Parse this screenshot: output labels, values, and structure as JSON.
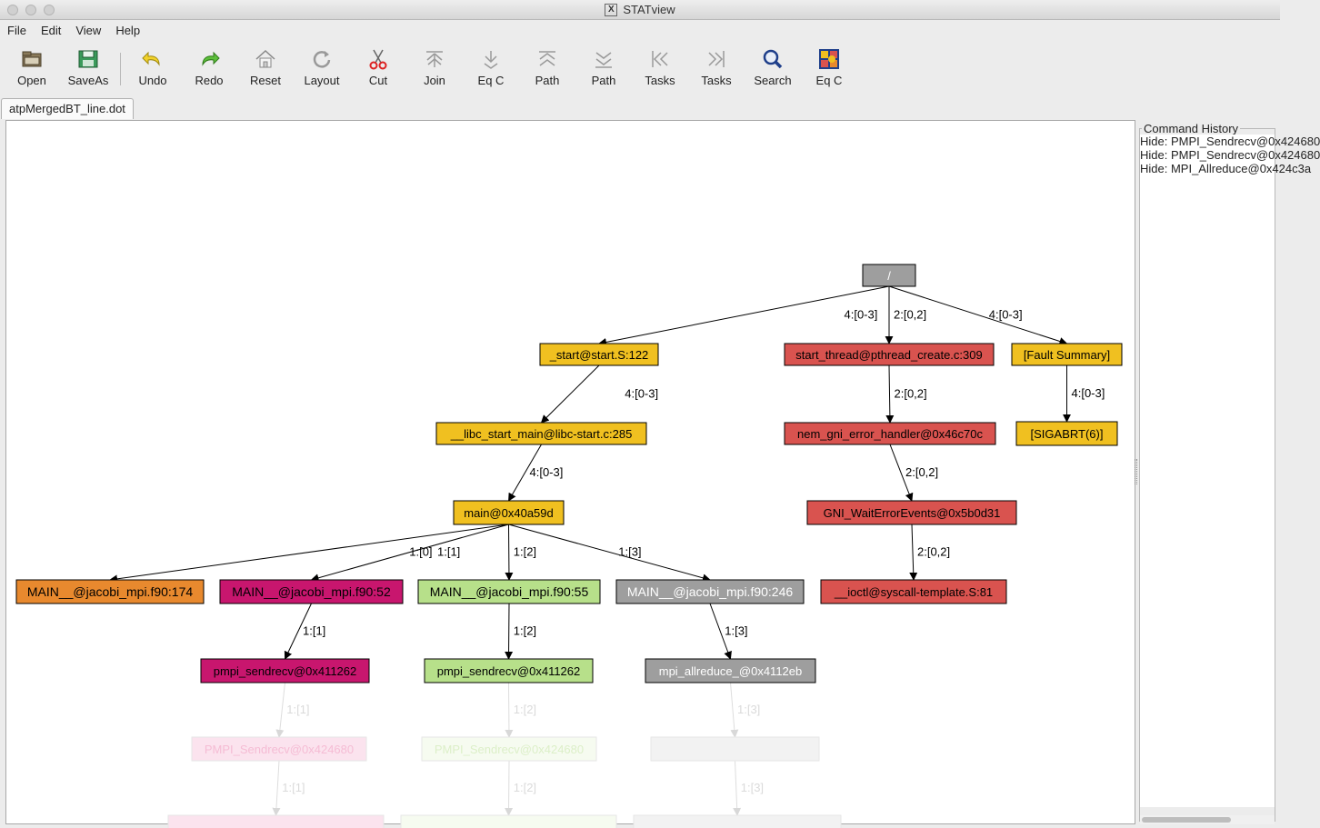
{
  "window": {
    "title": "STATview"
  },
  "menu": [
    "File",
    "Edit",
    "View",
    "Help"
  ],
  "toolbar": [
    {
      "label": "Open",
      "icon": "folder-open-icon"
    },
    {
      "label": "SaveAs",
      "icon": "save-as-icon"
    },
    {
      "label": "Undo",
      "icon": "undo-icon"
    },
    {
      "label": "Redo",
      "icon": "redo-icon"
    },
    {
      "label": "Reset",
      "icon": "home-icon"
    },
    {
      "label": "Layout",
      "icon": "layout-refresh-icon"
    },
    {
      "label": "Cut",
      "icon": "scissors-icon"
    },
    {
      "label": "Join",
      "icon": "join-icon"
    },
    {
      "label": "Eq C",
      "icon": "eq-class-down-icon"
    },
    {
      "label": "Path",
      "icon": "path-up-icon"
    },
    {
      "label": "Path",
      "icon": "path-down-icon"
    },
    {
      "label": "Tasks",
      "icon": "tasks-back-icon"
    },
    {
      "label": "Tasks",
      "icon": "tasks-forward-icon"
    },
    {
      "label": "Search",
      "icon": "search-icon"
    },
    {
      "label": "Eq C",
      "icon": "eq-class-color-icon"
    }
  ],
  "tab": {
    "label": "atpMergedBT_line.dot"
  },
  "graph": {
    "nodes": [
      {
        "id": "root",
        "label": "/",
        "fill": "#9e9e9e",
        "text": "#ffffff"
      },
      {
        "id": "start",
        "label": "_start@start.S:122",
        "fill": "#f0c020",
        "text": "#000000"
      },
      {
        "id": "start_thread",
        "label": "start_thread@pthread_create.c:309",
        "fill": "#d9534f",
        "text": "#000000"
      },
      {
        "id": "fault",
        "label": "[Fault Summary]",
        "fill": "#f0c020",
        "text": "#000000"
      },
      {
        "id": "libc",
        "label": "__libc_start_main@libc-start.c:285",
        "fill": "#f0c020",
        "text": "#000000"
      },
      {
        "id": "nem",
        "label": "nem_gni_error_handler@0x46c70c",
        "fill": "#d9534f",
        "text": "#000000"
      },
      {
        "id": "sigabrt",
        "label": "[SIGABRT(6)]",
        "fill": "#f0c020",
        "text": "#000000"
      },
      {
        "id": "main",
        "label": "main@0x40a59d",
        "fill": "#f0c020",
        "text": "#000000"
      },
      {
        "id": "gni",
        "label": "GNI_WaitErrorEvents@0x5b0d31",
        "fill": "#d9534f",
        "text": "#000000"
      },
      {
        "id": "m174",
        "label": "MAIN__@jacobi_mpi.f90:174",
        "fill": "#e8892e",
        "text": "#000000"
      },
      {
        "id": "m52",
        "label": "MAIN__@jacobi_mpi.f90:52",
        "fill": "#c8166e",
        "text": "#000000"
      },
      {
        "id": "m55",
        "label": "MAIN__@jacobi_mpi.f90:55",
        "fill": "#b7e08a",
        "text": "#000000"
      },
      {
        "id": "m246",
        "label": "MAIN__@jacobi_mpi.f90:246",
        "fill": "#9e9e9e",
        "text": "#ffffff"
      },
      {
        "id": "ioctl",
        "label": "__ioctl@syscall-template.S:81",
        "fill": "#d9534f",
        "text": "#000000"
      },
      {
        "id": "ps1",
        "label": "pmpi_sendrecv@0x411262",
        "fill": "#c8166e",
        "text": "#000000"
      },
      {
        "id": "ps2",
        "label": "pmpi_sendrecv@0x411262",
        "fill": "#b7e08a",
        "text": "#000000"
      },
      {
        "id": "allr",
        "label": "mpi_allreduce_@0x4112eb",
        "fill": "#9e9e9e",
        "text": "#ffffff"
      },
      {
        "id": "PS1",
        "label": "PMPI_Sendrecv@0x424680",
        "fill": "#fbe3ee",
        "text": "#f5bcd4",
        "faded": true
      },
      {
        "id": "PS2",
        "label": "PMPI_Sendrecv@0x424680",
        "fill": "#f6fbf0",
        "text": "#dcefc8",
        "faded": true
      },
      {
        "id": "hid3",
        "label": "",
        "fill": "#f2f2f2",
        "text": "#cccccc",
        "faded": true
      },
      {
        "id": "b1",
        "label": "",
        "fill": "#fbe3ee",
        "text": "#f5bcd4",
        "faded": true
      },
      {
        "id": "b2",
        "label": "",
        "fill": "#f6fbf0",
        "text": "#dcefc8",
        "faded": true
      },
      {
        "id": "b3",
        "label": "",
        "fill": "#f2f2f2",
        "text": "#cccccc",
        "faded": true
      }
    ],
    "edges": [
      {
        "from": "root",
        "to": "start",
        "label": "4:[0-3]"
      },
      {
        "from": "root",
        "to": "start_thread",
        "label": "2:[0,2]"
      },
      {
        "from": "root",
        "to": "fault",
        "label": "4:[0-3]"
      },
      {
        "from": "start",
        "to": "libc",
        "label": "4:[0-3]"
      },
      {
        "from": "start_thread",
        "to": "nem",
        "label": "2:[0,2]"
      },
      {
        "from": "fault",
        "to": "sigabrt",
        "label": "4:[0-3]"
      },
      {
        "from": "libc",
        "to": "main",
        "label": "4:[0-3]"
      },
      {
        "from": "nem",
        "to": "gni",
        "label": "2:[0,2]"
      },
      {
        "from": "main",
        "to": "m174",
        "label": "1:[0]"
      },
      {
        "from": "main",
        "to": "m52",
        "label": "1:[1]"
      },
      {
        "from": "main",
        "to": "m55",
        "label": "1:[2]"
      },
      {
        "from": "main",
        "to": "m246",
        "label": "1:[3]"
      },
      {
        "from": "gni",
        "to": "ioctl",
        "label": "2:[0,2]"
      },
      {
        "from": "m52",
        "to": "ps1",
        "label": "1:[1]"
      },
      {
        "from": "m55",
        "to": "ps2",
        "label": "1:[2]"
      },
      {
        "from": "m246",
        "to": "allr",
        "label": "1:[3]"
      },
      {
        "from": "ps1",
        "to": "PS1",
        "label": "1:[1]",
        "faded": true
      },
      {
        "from": "ps2",
        "to": "PS2",
        "label": "1:[2]",
        "faded": true
      },
      {
        "from": "allr",
        "to": "hid3",
        "label": "1:[3]",
        "faded": true
      },
      {
        "from": "PS1",
        "to": "b1",
        "label": "1:[1]",
        "faded": true
      },
      {
        "from": "PS2",
        "to": "b2",
        "label": "1:[2]",
        "faded": true
      },
      {
        "from": "hid3",
        "to": "b3",
        "label": "1:[3]",
        "faded": true
      }
    ]
  },
  "history": {
    "title": "Command History",
    "items": [
      "Hide: PMPI_Sendrecv@0x424680",
      "Hide: PMPI_Sendrecv@0x424680",
      "Hide: MPI_Allreduce@0x424c3a"
    ]
  }
}
